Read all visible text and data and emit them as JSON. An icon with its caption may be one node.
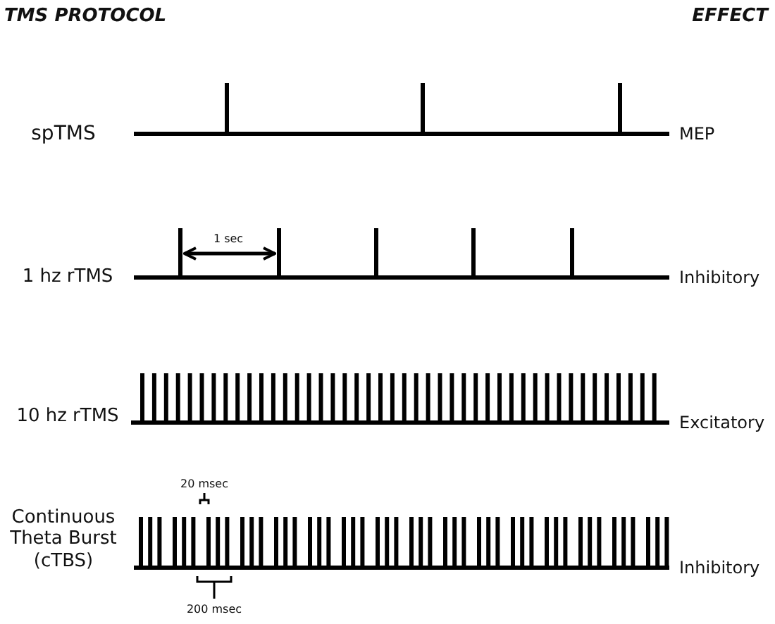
{
  "diagram": {
    "labels": [
      "TMS PROTOCOL",
      "EFFECT",
      "spTMS",
      "MEP",
      "1 sec",
      "1 hz rTMS",
      "Inhibitory",
      "10 hz rTMS",
      "Excitatory",
      "20 msec",
      "Continuous Theta Burst (cTBS)",
      "Inhibitory",
      "200 msec"
    ]
  }
}
